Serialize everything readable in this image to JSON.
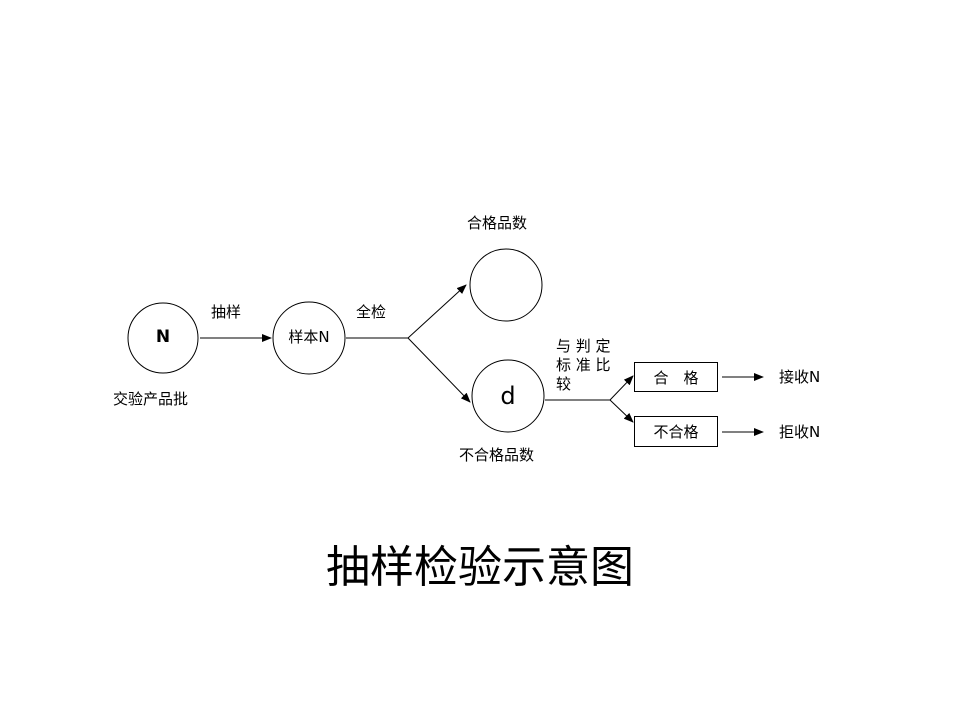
{
  "diagram": {
    "nodes": {
      "batch": {
        "text": "N",
        "caption": "交验产品批"
      },
      "sample": {
        "text": "样本N"
      },
      "qualified": {
        "text": "",
        "caption": "合格品数"
      },
      "defective": {
        "text": "d",
        "caption": "不合格品数"
      }
    },
    "edges": {
      "sampling": "抽样",
      "full_inspection": "全检",
      "compare": "与 判 定\n标 准 比\n较"
    },
    "boxes": {
      "pass": "合　格",
      "fail": "不合格"
    },
    "results": {
      "accept": "接收N",
      "reject": "拒收N"
    }
  },
  "title": "抽样检验示意图",
  "colors": {
    "line": "#000000",
    "background": "#ffffff"
  }
}
